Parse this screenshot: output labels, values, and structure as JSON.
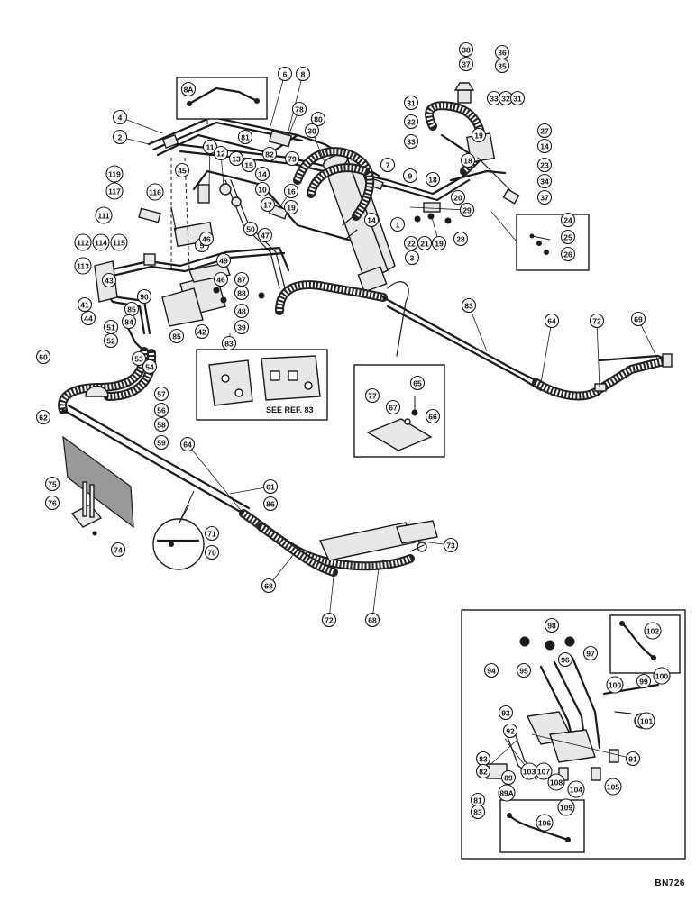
{
  "drawing_code": "BN726",
  "see_ref_text": "SEE REF. 83",
  "callouts": [
    {
      "n": "4"
    },
    {
      "n": "2"
    },
    {
      "n": "8A"
    },
    {
      "n": "6"
    },
    {
      "n": "8"
    },
    {
      "n": "78"
    },
    {
      "n": "80"
    },
    {
      "n": "81"
    },
    {
      "n": "82"
    },
    {
      "n": "79"
    },
    {
      "n": "11"
    },
    {
      "n": "12"
    },
    {
      "n": "13"
    },
    {
      "n": "15"
    },
    {
      "n": "14"
    },
    {
      "n": "10"
    },
    {
      "n": "16"
    },
    {
      "n": "17"
    },
    {
      "n": "19"
    },
    {
      "n": "30"
    },
    {
      "n": "38"
    },
    {
      "n": "37"
    },
    {
      "n": "36"
    },
    {
      "n": "35"
    },
    {
      "n": "31"
    },
    {
      "n": "32"
    },
    {
      "n": "33"
    },
    {
      "n": "32"
    },
    {
      "n": "31"
    },
    {
      "n": "33"
    },
    {
      "n": "19"
    },
    {
      "n": "27"
    },
    {
      "n": "14"
    },
    {
      "n": "18"
    },
    {
      "n": "23"
    },
    {
      "n": "7"
    },
    {
      "n": "9"
    },
    {
      "n": "18"
    },
    {
      "n": "20"
    },
    {
      "n": "34"
    },
    {
      "n": "37"
    },
    {
      "n": "29"
    },
    {
      "n": "1"
    },
    {
      "n": "14"
    },
    {
      "n": "22"
    },
    {
      "n": "21"
    },
    {
      "n": "19"
    },
    {
      "n": "28"
    },
    {
      "n": "3"
    },
    {
      "n": "24"
    },
    {
      "n": "25"
    },
    {
      "n": "26"
    },
    {
      "n": "45"
    },
    {
      "n": "119"
    },
    {
      "n": "117"
    },
    {
      "n": "116"
    },
    {
      "n": "111"
    },
    {
      "n": "5"
    },
    {
      "n": "46"
    },
    {
      "n": "50"
    },
    {
      "n": "47"
    },
    {
      "n": "112"
    },
    {
      "n": "114"
    },
    {
      "n": "115"
    },
    {
      "n": "113"
    },
    {
      "n": "49"
    },
    {
      "n": "46"
    },
    {
      "n": "41"
    },
    {
      "n": "43"
    },
    {
      "n": "87"
    },
    {
      "n": "44"
    },
    {
      "n": "90"
    },
    {
      "n": "88"
    },
    {
      "n": "85"
    },
    {
      "n": "84"
    },
    {
      "n": "42"
    },
    {
      "n": "48"
    },
    {
      "n": "39"
    },
    {
      "n": "51"
    },
    {
      "n": "52"
    },
    {
      "n": "85"
    },
    {
      "n": "83"
    },
    {
      "n": "53"
    },
    {
      "n": "54"
    },
    {
      "n": "60"
    },
    {
      "n": "57"
    },
    {
      "n": "56"
    },
    {
      "n": "58"
    },
    {
      "n": "62"
    },
    {
      "n": "59"
    },
    {
      "n": "83"
    },
    {
      "n": "64"
    },
    {
      "n": "72"
    },
    {
      "n": "69"
    },
    {
      "n": "77"
    },
    {
      "n": "65"
    },
    {
      "n": "67"
    },
    {
      "n": "66"
    },
    {
      "n": "64"
    },
    {
      "n": "61"
    },
    {
      "n": "86"
    },
    {
      "n": "75"
    },
    {
      "n": "76"
    },
    {
      "n": "74"
    },
    {
      "n": "71"
    },
    {
      "n": "70"
    },
    {
      "n": "68"
    },
    {
      "n": "73"
    },
    {
      "n": "72"
    },
    {
      "n": "68"
    },
    {
      "n": "98"
    },
    {
      "n": "102"
    },
    {
      "n": "94"
    },
    {
      "n": "95"
    },
    {
      "n": "96"
    },
    {
      "n": "97"
    },
    {
      "n": "100"
    },
    {
      "n": "99"
    },
    {
      "n": "100"
    },
    {
      "n": "93"
    },
    {
      "n": "92"
    },
    {
      "n": "101"
    },
    {
      "n": "83"
    },
    {
      "n": "82"
    },
    {
      "n": "91"
    },
    {
      "n": "103"
    },
    {
      "n": "107"
    },
    {
      "n": "108"
    },
    {
      "n": "104"
    },
    {
      "n": "105"
    },
    {
      "n": "89"
    },
    {
      "n": "89A"
    },
    {
      "n": "106"
    },
    {
      "n": "109"
    },
    {
      "n": "81"
    },
    {
      "n": "83"
    }
  ]
}
